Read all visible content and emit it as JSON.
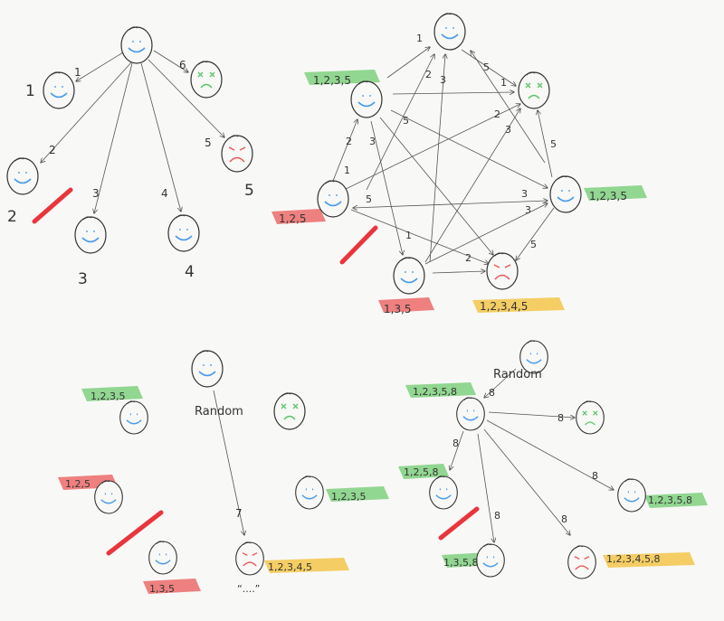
{
  "colors": {
    "happy": "#4a9be8",
    "angry": "#e85a5a",
    "dead": "#5cc46a",
    "tag_green": "#7fd07f",
    "tag_red": "#ec6b6b",
    "tag_yellow": "#f3c54a",
    "slash": "#e8202a",
    "ink": "#444444"
  },
  "panel1": {
    "node_labels": [
      "1",
      "2",
      "3",
      "4",
      "5"
    ],
    "arrow_labels": [
      "1",
      "2",
      "3",
      "4",
      "5",
      "6"
    ],
    "faces": [
      "happy",
      "happy",
      "dead",
      "happy",
      "happy",
      "angry",
      "happy"
    ]
  },
  "panel2": {
    "faces": [
      "happy",
      "happy",
      "dead",
      "happy",
      "happy",
      "happy",
      "angry"
    ],
    "tags": [
      "1,2,3,5",
      "1,2,5",
      "1,2,3,5",
      "1,3,5",
      "1,2,3,4,5"
    ],
    "arrow_labels": [
      "1",
      "2",
      "3",
      "5",
      "1",
      "3",
      "2",
      "5",
      "3",
      "5",
      "1",
      "3",
      "2",
      "5",
      "3",
      "5",
      "1",
      "2"
    ]
  },
  "panel3": {
    "random_label": "Random",
    "arrow_label": "7",
    "quote": "“....”",
    "faces": [
      "happy",
      "dead",
      "happy",
      "happy",
      "happy",
      "happy",
      "angry"
    ],
    "tags": [
      "1,2,3,5",
      "1,2,5",
      "1,3,5",
      "1,2,3,5",
      "1,2,3,4,5"
    ]
  },
  "panel4": {
    "random_label": "Random",
    "arrow_label": "8",
    "faces": [
      "happy",
      "happy",
      "dead",
      "happy",
      "happy",
      "happy",
      "angry"
    ],
    "tags": [
      "1,2,3,5,8",
      "1,2,5,8",
      "1,3,5,8",
      "1,2,3,5,8",
      "1,2,3,4,5,8"
    ]
  }
}
